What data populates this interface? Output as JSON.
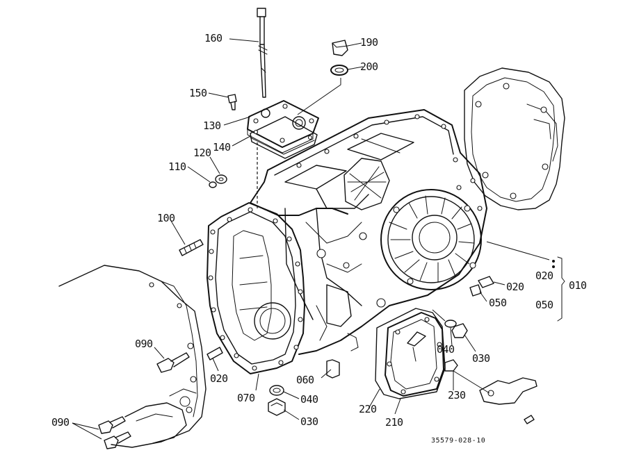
{
  "callouts": {
    "p010": "010",
    "p020_a": "020",
    "p020_b": "020",
    "p020_c": "020",
    "p030_a": "030",
    "p030_b": "030",
    "p040_a": "040",
    "p040_b": "040",
    "p050_a": "050",
    "p050_b": "050",
    "p060": "060",
    "p070": "070",
    "p090_a": "090",
    "p090_b": "090",
    "p100": "100",
    "p110": "110",
    "p120": "120",
    "p130": "130",
    "p140": "140",
    "p150": "150",
    "p160": "160",
    "p190": "190",
    "p200": "200",
    "p210": "210",
    "p220": "220",
    "p230": "230"
  },
  "drawing_ref": "35579-028-10"
}
